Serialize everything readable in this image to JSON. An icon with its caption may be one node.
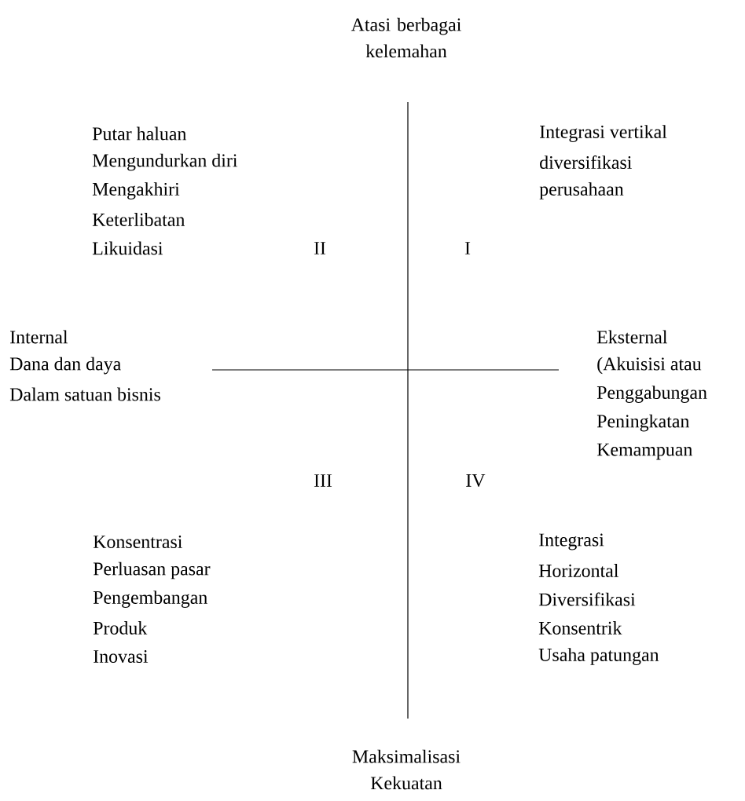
{
  "diagram": {
    "labels": [
      "Atasi berbagai kelemahan",
      "Putar haluan",
      "Mengundurkan diri",
      "Mengakhiri",
      "Keterlibatan",
      "Likuidasi",
      "Integrasi vertikal",
      "diversifikasi",
      "perusahaan",
      "II",
      "I",
      "Internal",
      "Dana dan daya",
      "Dalam satuan bisnis",
      "Eksternal",
      "(Akuisisi atau",
      "Penggabungan",
      "Peningkatan",
      "Kemampuan",
      "III",
      "IV",
      "Konsentrasi",
      "Perluasan pasar",
      "Pengembangan",
      "Produk",
      "Inovasi",
      "Integrasi",
      "Horizontal",
      "Diversifikasi",
      "Konsentrik",
      "Usaha patungan",
      "Maksimalisasi Kekuatan"
    ]
  }
}
